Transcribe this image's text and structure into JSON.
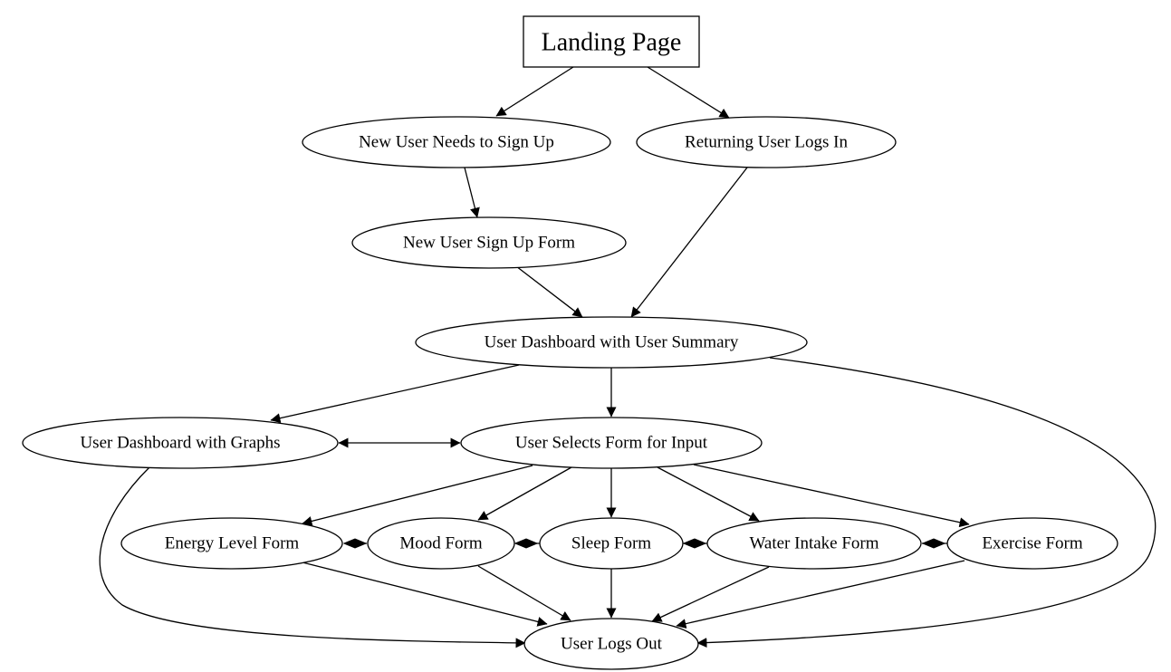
{
  "nodes": {
    "landing": "Landing Page",
    "new_user": "New User Needs to Sign Up",
    "returning": "Returning User Logs In",
    "signup_form": "New User Sign Up Form",
    "dashboard_summary": "User Dashboard with User Summary",
    "dashboard_graphs": "User Dashboard with Graphs",
    "selects_form": "User Selects Form for Input",
    "energy": "Energy Level Form",
    "mood": "Mood Form",
    "sleep": "Sleep Form",
    "water": "Water Intake Form",
    "exercise": "Exercise Form",
    "logout": "User Logs Out"
  }
}
